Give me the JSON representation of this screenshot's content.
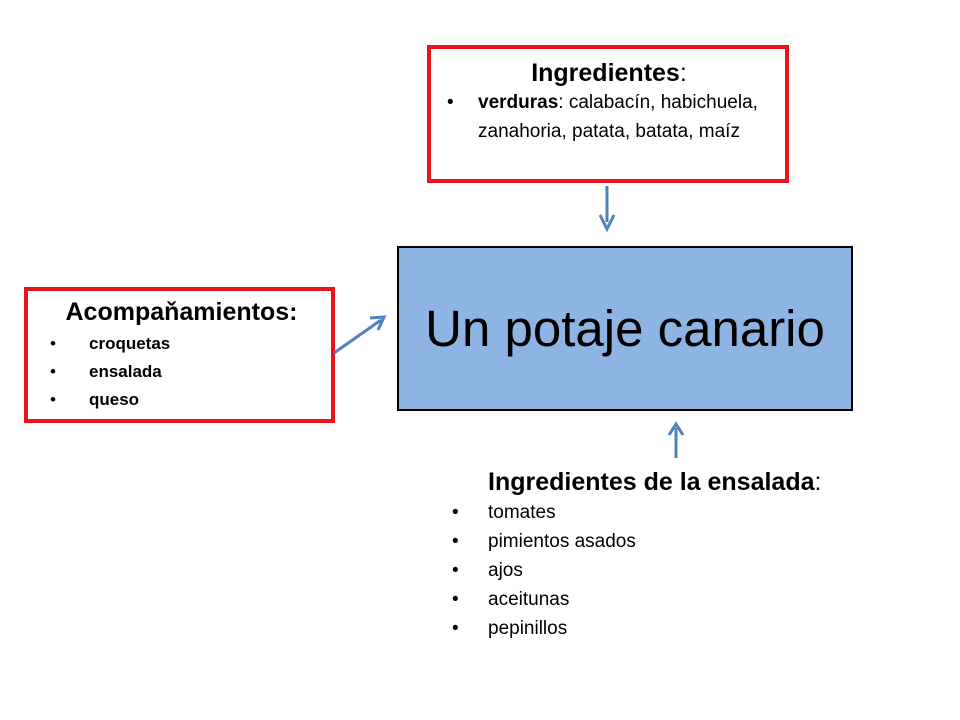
{
  "colors": {
    "center_fill": "#8eb4e3",
    "box_border": "#e8141b",
    "arrow": "#4f81bd"
  },
  "center": {
    "title": "Un potaje canario"
  },
  "ingredients": {
    "heading": "Ingredientes",
    "heading_colon": ":",
    "items": [
      {
        "term": "verduras",
        "rest": ": calabacín, habichuela, zanahoria, patata, batata, maíz"
      }
    ]
  },
  "accompaniments": {
    "heading": "Acompaňamientos:",
    "items": [
      "croquetas",
      "ensalada",
      "queso"
    ]
  },
  "salad": {
    "heading": "Ingredientes de la ensalada",
    "heading_colon": ":",
    "items": [
      "tomates",
      "pimientos asados",
      "ajos",
      "aceitunas",
      "pepinillos"
    ]
  },
  "bullet": "•"
}
